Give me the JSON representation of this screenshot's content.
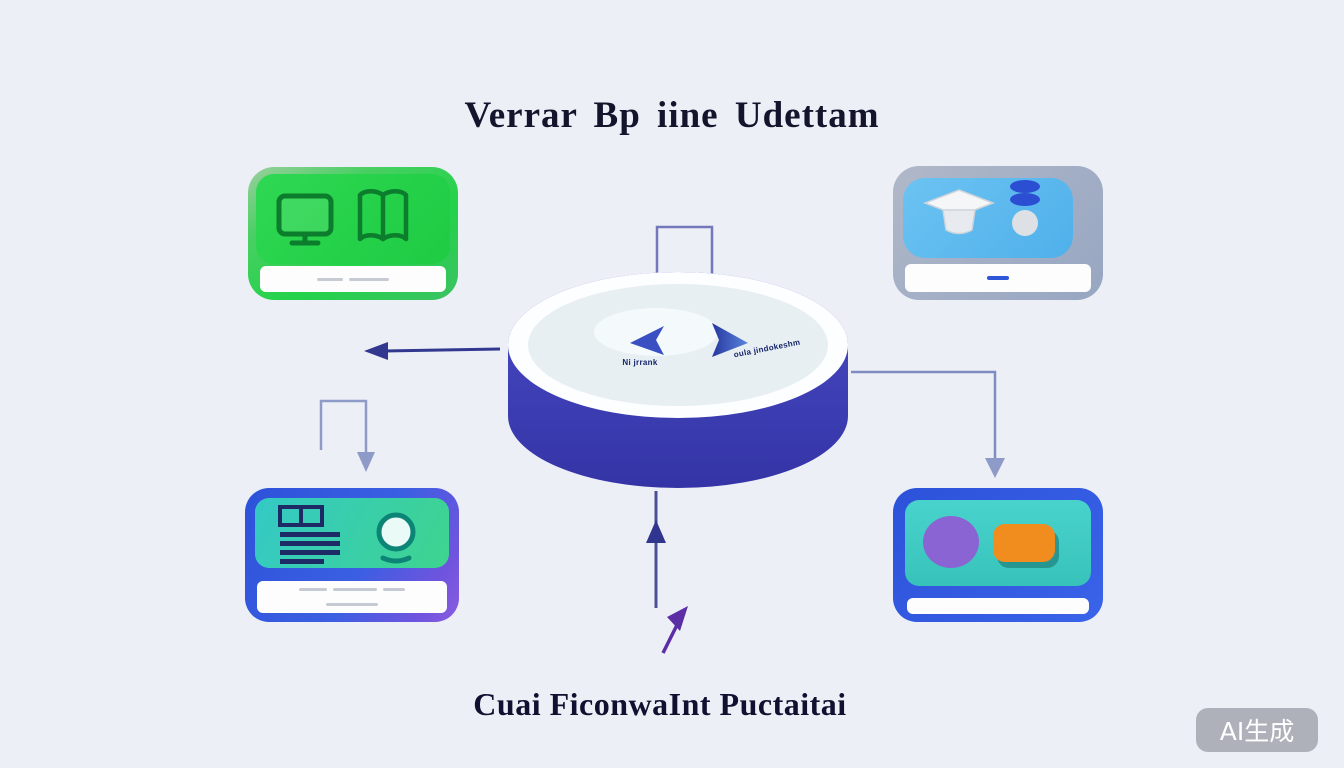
{
  "page": {
    "background": "#edeff7",
    "title": "Verrar Bp iine Udettam",
    "bottom_label": "Cuai FiconwaInt Puctaitai",
    "watermark": "AI生成"
  },
  "hub": {
    "left_label": "Ni jrrank",
    "right_label": "oula jindokeshm",
    "top_color": "#f0f6f9",
    "body_color": "#3f3fbe"
  },
  "palette": {
    "connector_navy": "#343a96",
    "connector_light": "#8e9ac8",
    "connector_purple": "#5c2ea6",
    "card_green": "#24d148",
    "card_blue": "#57b7ef",
    "card_teal": "#37cfc3",
    "card_border_blue": "#2f55d9",
    "bubble_purple": "#8a64d3",
    "bubble_orange": "#f18c1e"
  }
}
